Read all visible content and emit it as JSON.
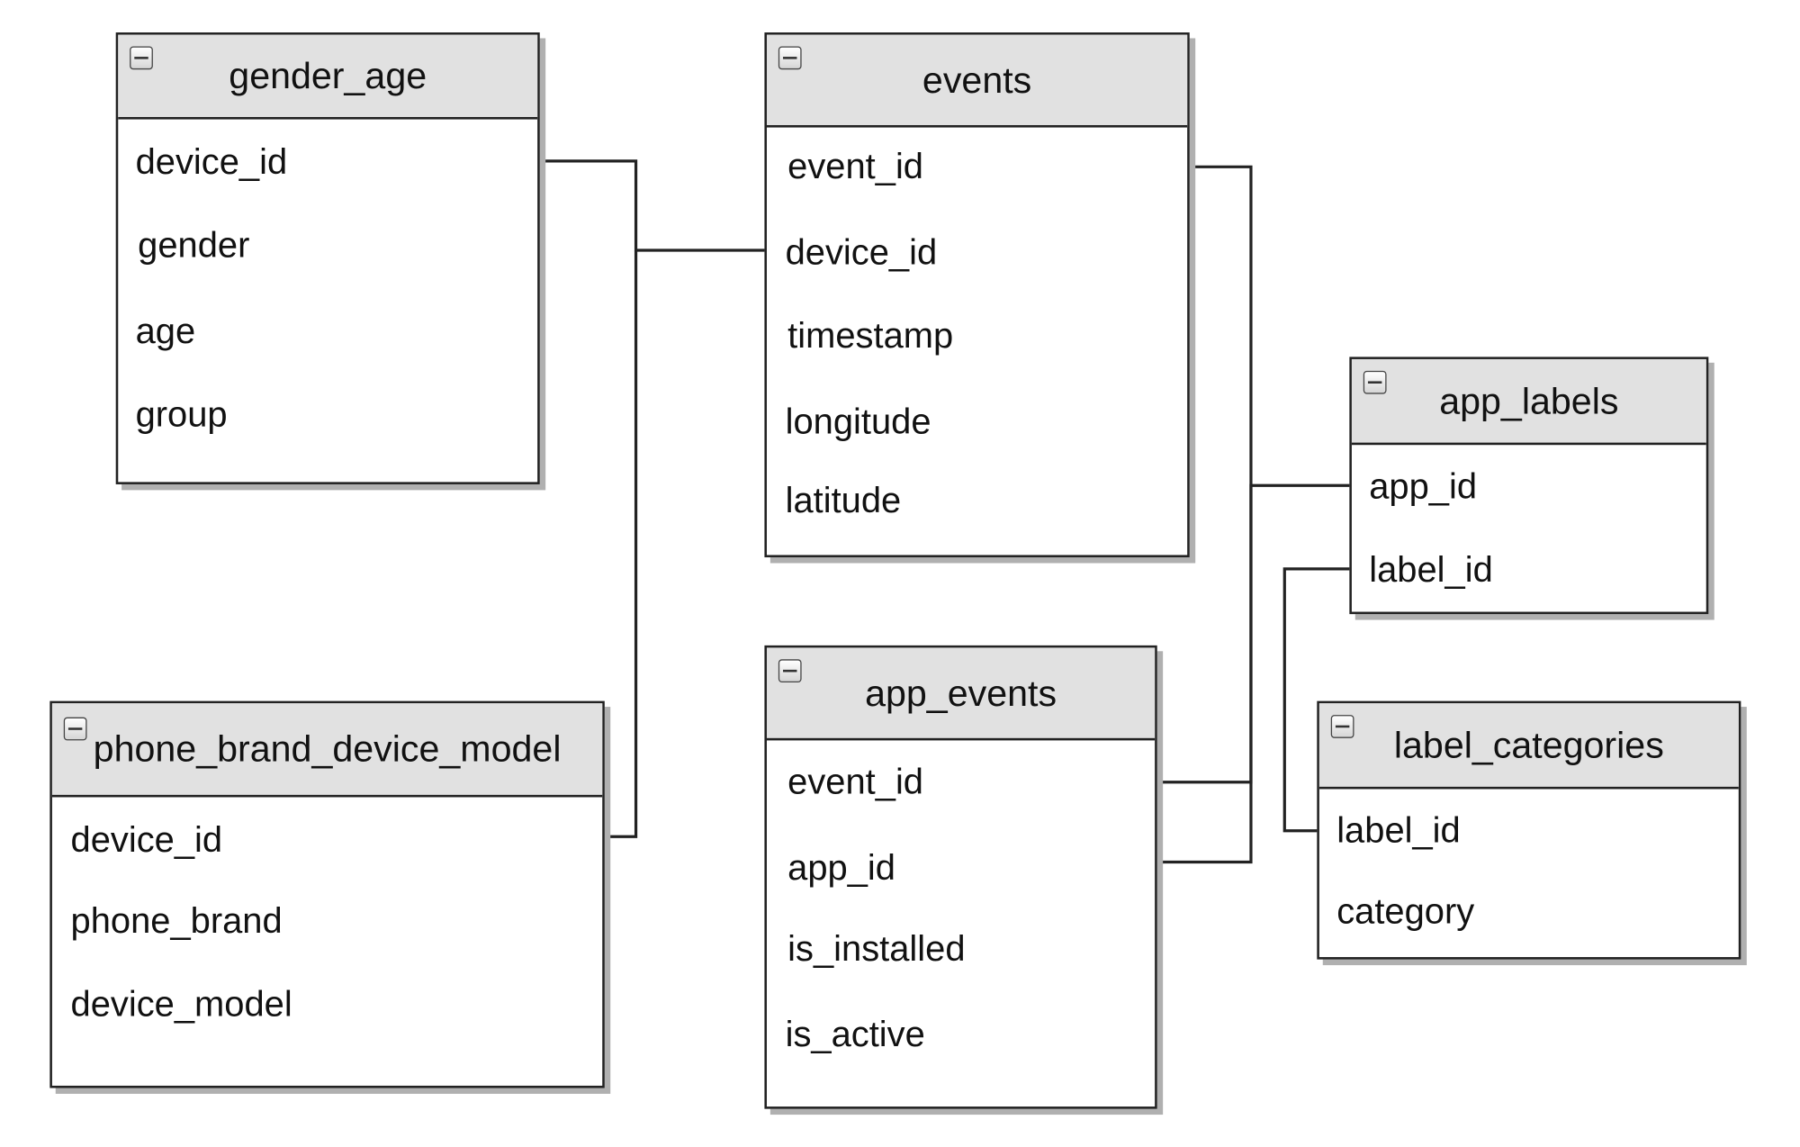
{
  "entities": {
    "gender_age": {
      "title": "gender_age",
      "attributes": [
        "device_id",
        "gender",
        "age",
        "group"
      ]
    },
    "events": {
      "title": "events",
      "attributes": [
        "event_id",
        "device_id",
        "timestamp",
        "longitude",
        "latitude"
      ]
    },
    "app_labels": {
      "title": "app_labels",
      "attributes": [
        "app_id",
        "label_id"
      ]
    },
    "phone_brand_device_model": {
      "title": "phone_brand_device_model",
      "attributes": [
        "device_id",
        "phone_brand",
        "device_model"
      ]
    },
    "app_events": {
      "title": "app_events",
      "attributes": [
        "event_id",
        "app_id",
        "is_installed",
        "is_active"
      ]
    },
    "label_categories": {
      "title": "label_categories",
      "attributes": [
        "label_id",
        "category"
      ]
    }
  },
  "icons": {
    "collapse": "collapse-minus-icon"
  }
}
